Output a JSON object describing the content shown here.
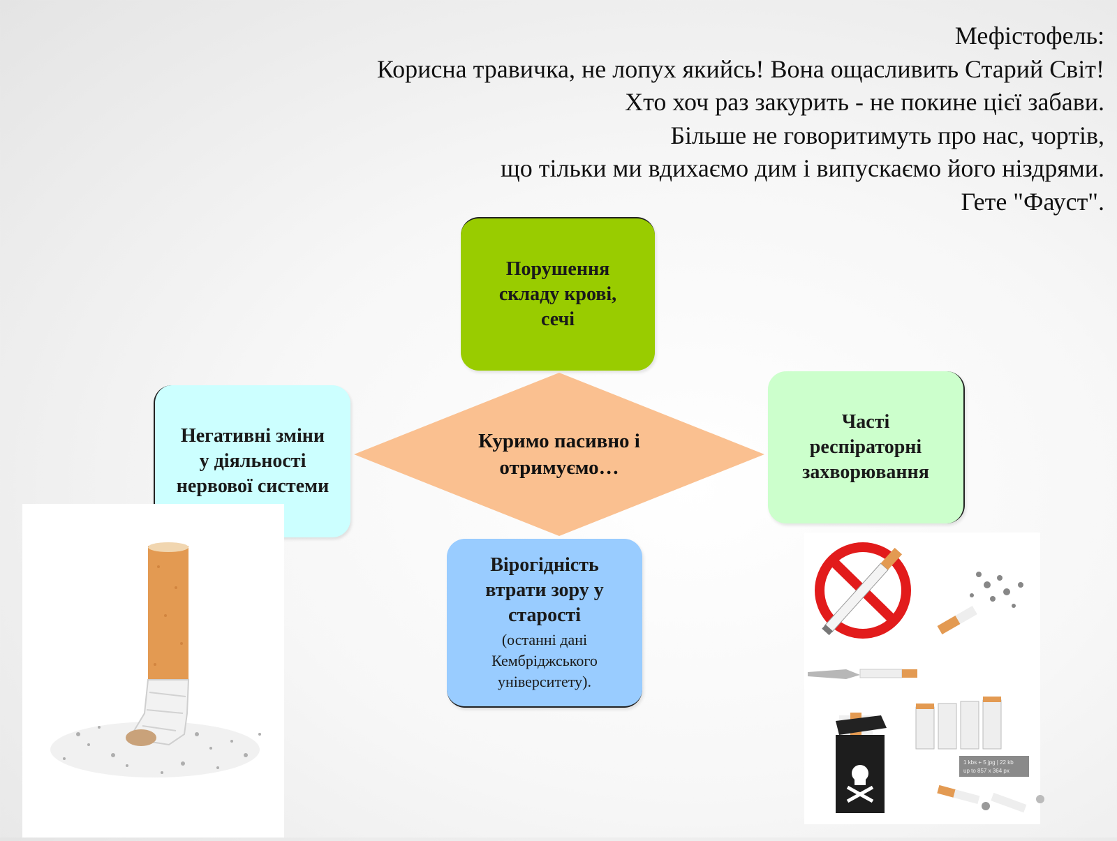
{
  "quote": {
    "lines": [
      "Мефістофель:",
      "Корисна травичка, не лопух якийсь! Вона ощасливить Старий Світ!",
      "Хто хоч раз закурить - не покине цієї забави.",
      "Більше не говоритимуть про нас, чортів,",
      "що тільки ми вдихаємо дим і випускаємо його ніздрями.",
      "Гете \"Фауст\"."
    ]
  },
  "diagram": {
    "center": {
      "lines": [
        "Куримо пасивно і",
        "отримуємо…"
      ],
      "color": "#fac090"
    },
    "top": {
      "lines": [
        "Порушення",
        "складу крові,",
        "сечі"
      ],
      "color": "#99cc00"
    },
    "left": {
      "lines": [
        "Негативні зміни",
        "у діяльності",
        "нервової системи"
      ],
      "color": "#ccffff"
    },
    "right": {
      "lines": [
        "Часті",
        "респіраторні",
        "захворювання"
      ],
      "color": "#ccffcc"
    },
    "bottom": {
      "lines": [
        "Вірогідність",
        "втрати зору у",
        "старості"
      ],
      "note_lines": [
        "(останні дані",
        "Кембріджського",
        "університету)."
      ],
      "color": "#99ccff"
    }
  },
  "images": {
    "left": {
      "icon": "cigarette-butt-icon"
    },
    "right": {
      "icons": [
        "no-smoking-icon",
        "ash-cigarette-icon",
        "burnt-cigarette-icon",
        "cigarette-pack-skull-icon",
        "stop-cigarettes-icon",
        "broken-cigarette-icon"
      ],
      "stamp_lines": [
        "1 kbs + 5 jpg | 22 kb",
        "up to 857 x 364 px"
      ]
    }
  }
}
